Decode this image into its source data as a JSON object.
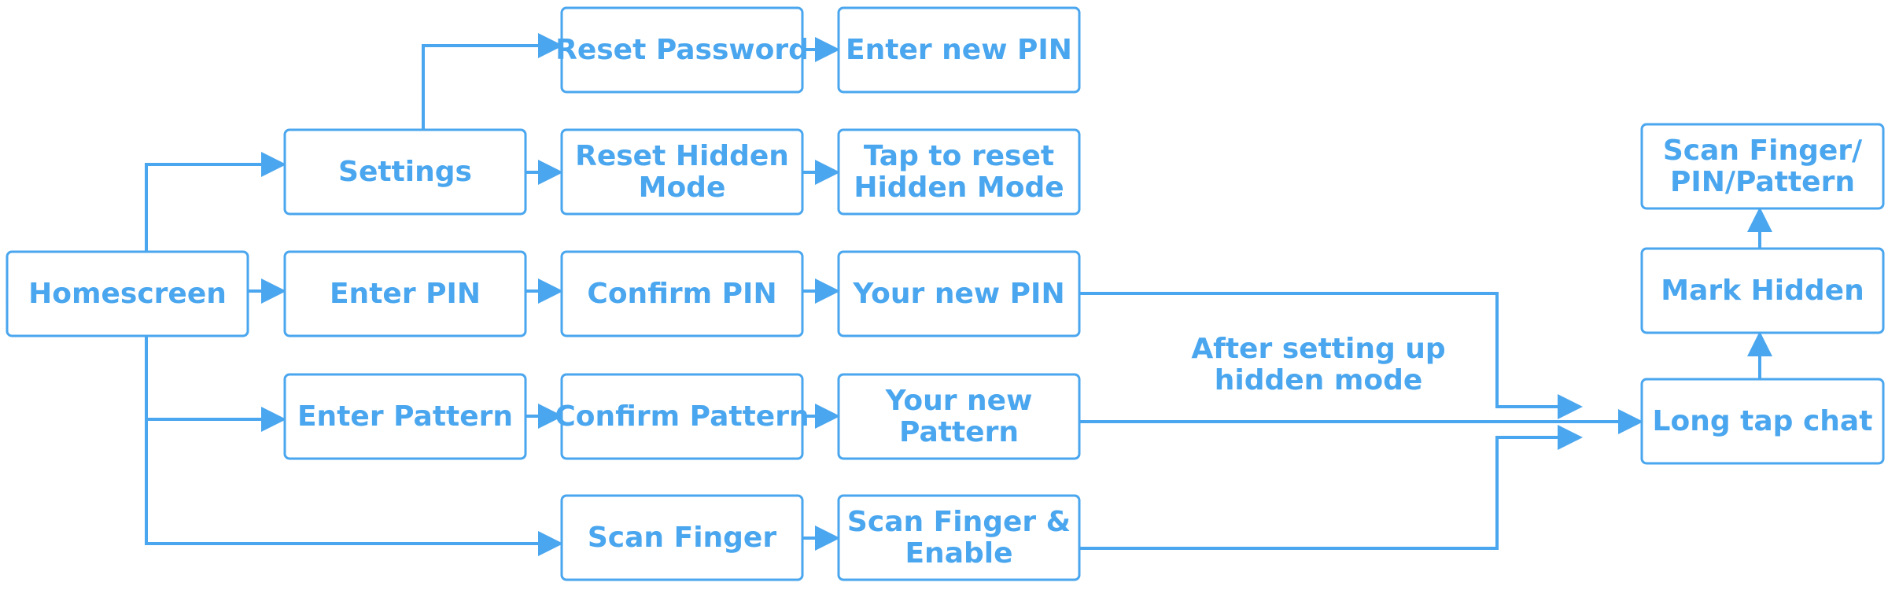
{
  "diagram": {
    "accent_color": "#4aa6ee",
    "nodes": [
      {
        "id": "homescreen",
        "lines": [
          "Homescreen"
        ]
      },
      {
        "id": "settings",
        "lines": [
          "Settings"
        ]
      },
      {
        "id": "enter-pin",
        "lines": [
          "Enter PIN"
        ]
      },
      {
        "id": "enter-pattern",
        "lines": [
          "Enter Pattern"
        ]
      },
      {
        "id": "reset-password",
        "lines": [
          "Reset Password"
        ]
      },
      {
        "id": "reset-hidden-mode",
        "lines": [
          "Reset Hidden",
          "Mode"
        ]
      },
      {
        "id": "confirm-pin",
        "lines": [
          "Confirm PIN"
        ]
      },
      {
        "id": "confirm-pattern",
        "lines": [
          "Confirm Pattern"
        ]
      },
      {
        "id": "scan-finger",
        "lines": [
          "Scan Finger"
        ]
      },
      {
        "id": "enter-new-pin",
        "lines": [
          "Enter new PIN"
        ]
      },
      {
        "id": "tap-to-reset",
        "lines": [
          "Tap to reset",
          "Hidden Mode"
        ]
      },
      {
        "id": "your-new-pin",
        "lines": [
          "Your new PIN"
        ]
      },
      {
        "id": "your-new-pattern",
        "lines": [
          "Your new",
          "Pattern"
        ]
      },
      {
        "id": "scan-finger-enable",
        "lines": [
          "Scan Finger &",
          "Enable"
        ]
      },
      {
        "id": "long-tap-chat",
        "lines": [
          "Long tap chat"
        ]
      },
      {
        "id": "mark-hidden",
        "lines": [
          "Mark Hidden"
        ]
      },
      {
        "id": "scan-finger-pin-pattern",
        "lines": [
          "Scan Finger/",
          "PIN/Pattern"
        ]
      }
    ],
    "edges": [
      {
        "from": "homescreen",
        "to": "settings"
      },
      {
        "from": "homescreen",
        "to": "enter-pin"
      },
      {
        "from": "homescreen",
        "to": "enter-pattern"
      },
      {
        "from": "homescreen",
        "to": "scan-finger"
      },
      {
        "from": "settings",
        "to": "reset-password"
      },
      {
        "from": "settings",
        "to": "reset-hidden-mode"
      },
      {
        "from": "reset-password",
        "to": "enter-new-pin"
      },
      {
        "from": "reset-hidden-mode",
        "to": "tap-to-reset"
      },
      {
        "from": "enter-pin",
        "to": "confirm-pin"
      },
      {
        "from": "confirm-pin",
        "to": "your-new-pin"
      },
      {
        "from": "enter-pattern",
        "to": "confirm-pattern"
      },
      {
        "from": "confirm-pattern",
        "to": "your-new-pattern"
      },
      {
        "from": "scan-finger",
        "to": "scan-finger-enable"
      },
      {
        "from": "your-new-pin",
        "to": "long-tap-chat"
      },
      {
        "from": "your-new-pattern",
        "to": "long-tap-chat"
      },
      {
        "from": "scan-finger-enable",
        "to": "long-tap-chat"
      },
      {
        "from": "long-tap-chat",
        "to": "mark-hidden"
      },
      {
        "from": "mark-hidden",
        "to": "scan-finger-pin-pattern"
      }
    ],
    "annotation": {
      "lines": [
        "After setting up",
        "hidden mode"
      ]
    }
  }
}
